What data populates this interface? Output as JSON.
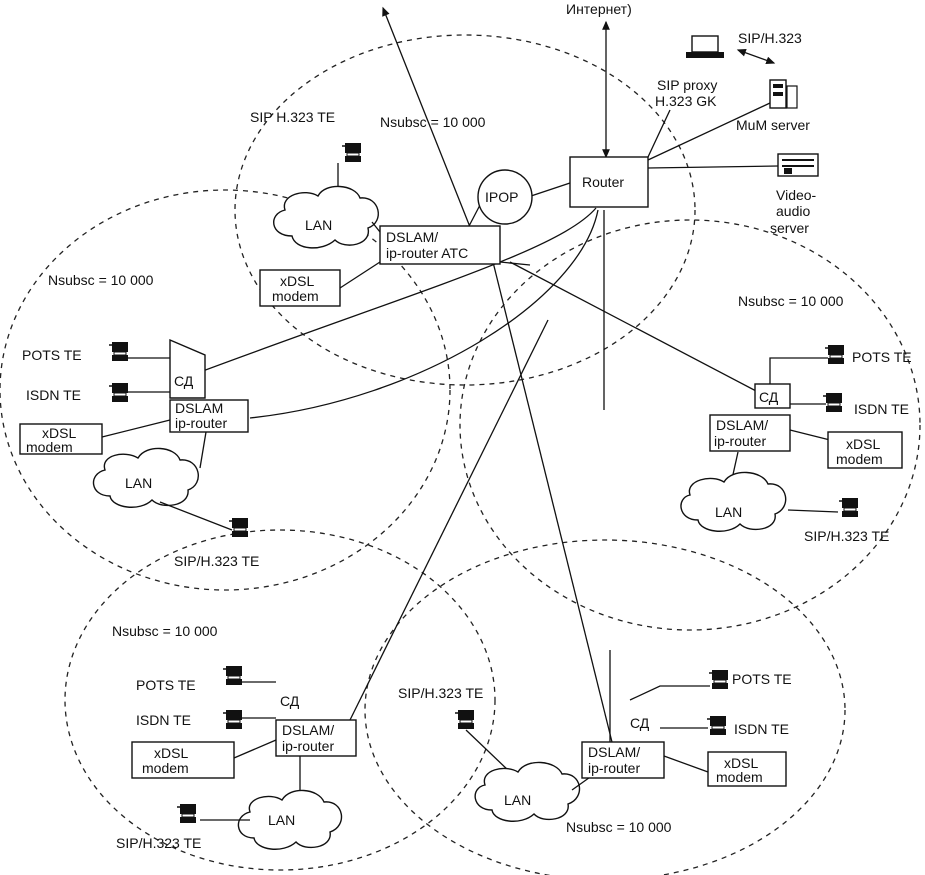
{
  "labels": {
    "internet": "Интернет)",
    "sip_h323_top": "SIP/H.323",
    "sip_proxy": "SIP proxy",
    "h323_gk": "H.323 GK",
    "mum_server": "MuM server",
    "video_1": "Video-",
    "video_2": "audio",
    "video_3": "server",
    "router": "Router",
    "ipop": "IPOP",
    "nsubsc_top": "Nsubsc = 10 000",
    "nsubsc_left": "Nsubsc = 10 000",
    "nsubsc_right": "Nsubsc = 10 000",
    "nsubsc_bottom_left": "Nsubsc = 10 000",
    "nsubsc_bottom": "Nsubsc = 10 000"
  },
  "center": {
    "sip_te": "SIP H.323 TE",
    "lan": "LAN",
    "dslam_1": "DSLAM/",
    "dslam_2": "ip-router ATC",
    "xdsl_1": "xDSL",
    "xdsl_2": "modem"
  },
  "left": {
    "pots": "POTS TE",
    "isdn": "ISDN TE",
    "sd": "СД",
    "dslam_1": "DSLAM",
    "dslam_2": "ip-router",
    "xdsl_1": "xDSL",
    "xdsl_2": "modem",
    "lan": "LAN",
    "sip_te": "SIP/H.323 TE"
  },
  "right": {
    "pots": "POTS TE",
    "isdn": "ISDN TE",
    "sd": "СД",
    "dslam_1": "DSLAM/",
    "dslam_2": "ip-router",
    "xdsl_1": "xDSL",
    "xdsl_2": "modem",
    "lan": "LAN",
    "sip_te": "SIP/H.323 TE"
  },
  "bottom_left": {
    "pots": "POTS TE",
    "isdn": "ISDN TE",
    "sd": "СД",
    "dslam_1": "DSLAM/",
    "dslam_2": "ip-router",
    "xdsl_1": "xDSL",
    "xdsl_2": "modem",
    "lan": "LAN",
    "sip_te": "SIP/H.323 TE"
  },
  "bottom": {
    "pots": "POTS TE",
    "isdn": "ISDN TE",
    "sd": "СД",
    "dslam_1": "DSLAM/",
    "dslam_2": "ip-router",
    "xdsl_1": "xDSL",
    "xdsl_2": "modem",
    "lan": "LAN",
    "sip_te": "SIP/H.323 TE"
  }
}
